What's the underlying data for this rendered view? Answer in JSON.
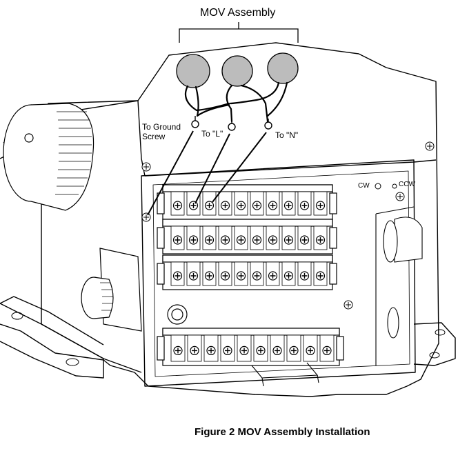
{
  "labels": {
    "assembly": "MOV Assembly",
    "ground": "To Ground Screw",
    "to_l": "To \"L\"",
    "to_n": "To \"N\"",
    "cw": "CW",
    "ccw": "CCW"
  },
  "caption": "Figure 2 MOV Assembly Installation",
  "terminal_blocks": [
    {
      "name": "block-1",
      "screws": 10
    },
    {
      "name": "block-2",
      "screws": 10
    },
    {
      "name": "block-3",
      "screws": 10
    },
    {
      "name": "block-4",
      "screws": 10
    }
  ]
}
